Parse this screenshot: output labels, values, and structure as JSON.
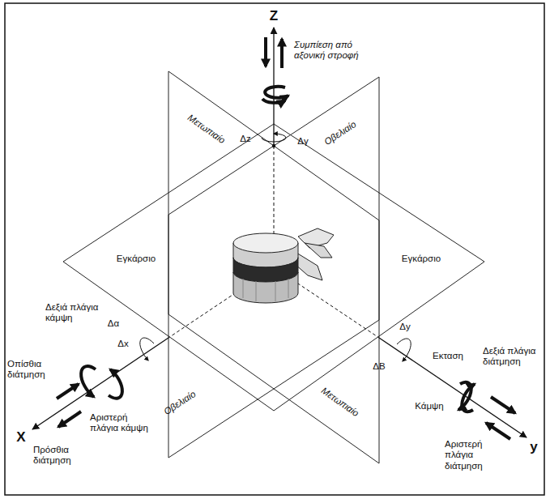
{
  "diagram": {
    "labels": [
      "Z",
      "Συμπίεση από αξονική στροφή",
      "Δz",
      "Δγ",
      "Μετωπιαίο",
      "Οβελιαίο",
      "Εγκάρσιο",
      "Εγκάρσιο",
      "Δεξιά πλάγια κάμψη",
      "Δα",
      "Δx",
      "Οπίσθια διάτμηση",
      "Αριστερή πλάγια κάμψη",
      "Πρόσθια διάτμηση",
      "X",
      "Δy",
      "ΔΒ",
      "Εκταση",
      "Δεξιά πλάγια διάτμηση",
      "Κάμψη",
      "Αριστερή πλάγια διάτμηση",
      "y",
      "Οβελιαίο",
      "Μετωπιαίο"
    ]
  }
}
